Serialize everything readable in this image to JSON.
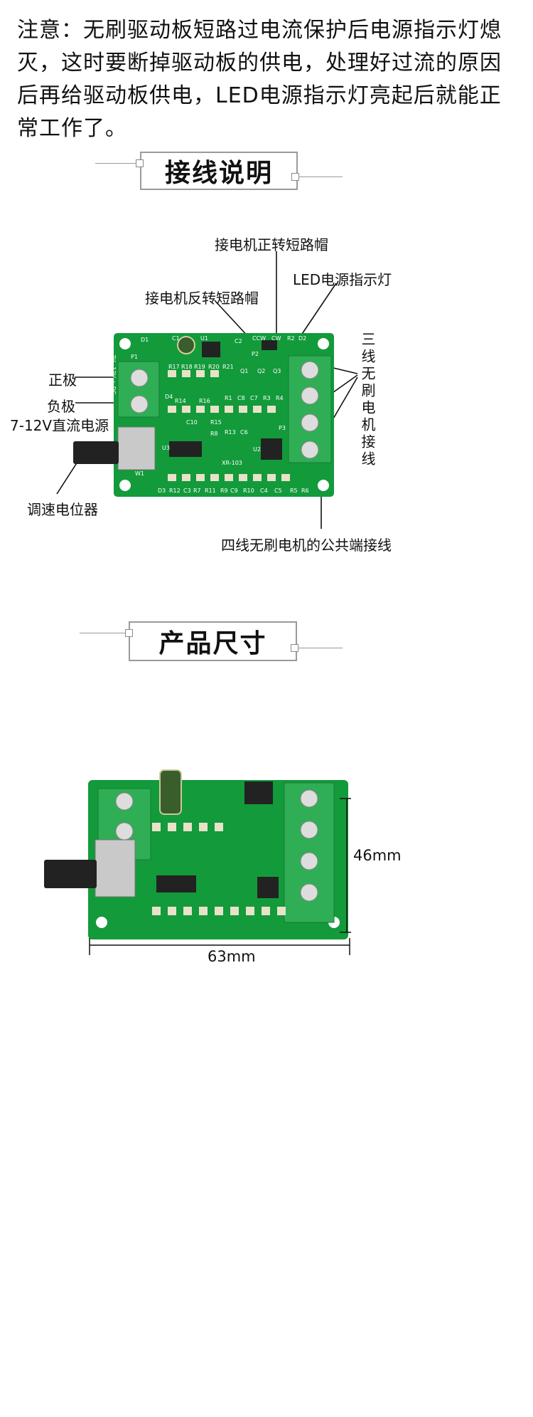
{
  "note": "注意：无刷驱动板短路过电流保护后电源指示灯熄灭，这时要断掉驱动板的供电，处理好过流的原因后再给驱动板供电，LED电源指示灯亮起后就能正常工作了。",
  "wiring": {
    "title": "接线说明",
    "labels": {
      "forward_jumper": "接电机正转短路帽",
      "led_indicator": "LED电源指示灯",
      "reverse_jumper": "接电机反转短路帽",
      "positive": "正极",
      "negative": "负极",
      "power": "7-12V直流电源",
      "three_wire": "三线无刷电机接线",
      "potentiometer": "调速电位器",
      "common": "四线无刷电机的公共端接线"
    },
    "board_text": {
      "d1": "D1",
      "c1": "C1",
      "u1": "U1",
      "c2": "C2",
      "ccw": "CCW",
      "cw": "CW",
      "p2": "P2",
      "r2": "R2",
      "d2": "D2",
      "p1": "P1",
      "vin": "7V~12V + DC -",
      "r17": "R17",
      "r18": "R18",
      "r19": "R19",
      "r20": "R20",
      "r21": "R21",
      "q1": "Q1",
      "q2": "Q2",
      "q3": "Q3",
      "d4": "D4",
      "r14": "R14",
      "r16": "R16",
      "r1": "R1",
      "c8": "C8",
      "c7": "C7",
      "r3": "R3",
      "r4": "R4",
      "c10": "C10",
      "r15": "R15",
      "r8": "R8",
      "r13": "R13",
      "c6": "C6",
      "p3": "P3",
      "u3": "U3",
      "u2": "U2",
      "model": "XR-103",
      "w1": "W1",
      "d3": "D3",
      "r12": "R12",
      "c3": "C3",
      "r7": "R7",
      "r11": "R11",
      "r9": "R9",
      "c9": "C9",
      "r10": "R10",
      "c4": "C4",
      "c5": "C5",
      "r5": "R5",
      "r6": "R6"
    }
  },
  "size": {
    "title": "产品尺寸",
    "height_label": "46mm",
    "width_label": "63mm"
  },
  "colors": {
    "pcb": "#139a3b",
    "pcb_dark": "#0d7a2e",
    "terminal": "#2fae55",
    "silk": "#ffffff"
  }
}
